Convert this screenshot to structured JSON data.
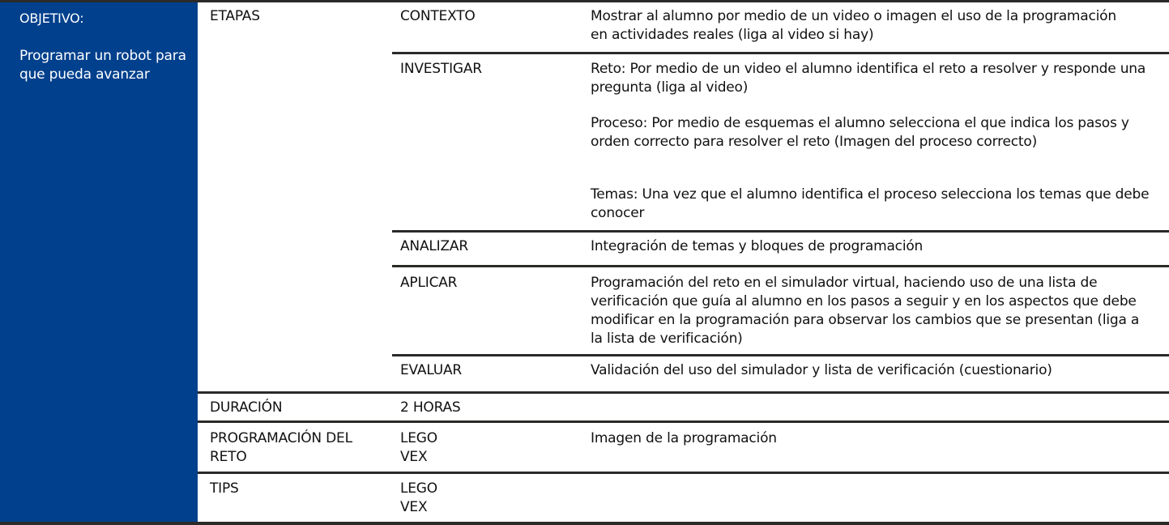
{
  "objetivo": {
    "label": "OBJETIVO:",
    "text": "Programar un robot para que pueda avanzar"
  },
  "etapas": {
    "label": "ETAPAS",
    "contexto": {
      "label": "CONTEXTO",
      "text": "Mostrar al alumno por medio de un video o imagen el uso de la programación en actividades reales (liga al video si hay)"
    },
    "investigar": {
      "label": "INVESTIGAR",
      "reto": "Reto: Por medio de un video el alumno identifica el reto a resolver y responde una pregunta (liga al video)",
      "proceso": "Proceso: Por medio de esquemas el alumno selecciona el que indica los pasos y orden correcto para resolver el reto (Imagen del proceso correcto)",
      "temas": "Temas: Una vez que el alumno identifica el proceso selecciona los temas que debe conocer"
    },
    "analizar": {
      "label": "ANALIZAR",
      "text": "Integración de temas y bloques de programación"
    },
    "aplicar": {
      "label": "APLICAR",
      "text": "Programación del reto en el simulador virtual, haciendo uso de una lista de verificación que guía al alumno en los pasos a seguir  y en los aspectos que debe modificar en la programación para observar los cambios que se presentan  (liga a la lista de verificación)"
    },
    "evaluar": {
      "label": "EVALUAR",
      "text": "Validación del uso del simulador y lista de verificación (cuestionario)"
    }
  },
  "duracion": {
    "label": "DURACIÓN",
    "value": "2 HORAS"
  },
  "programacion": {
    "label": "PROGRAMACIÓN DEL RETO",
    "items": [
      "LEGO",
      "VEX"
    ],
    "text": "Imagen de la programación"
  },
  "tips": {
    "label": "TIPS",
    "items": [
      "LEGO",
      "VEX"
    ]
  }
}
